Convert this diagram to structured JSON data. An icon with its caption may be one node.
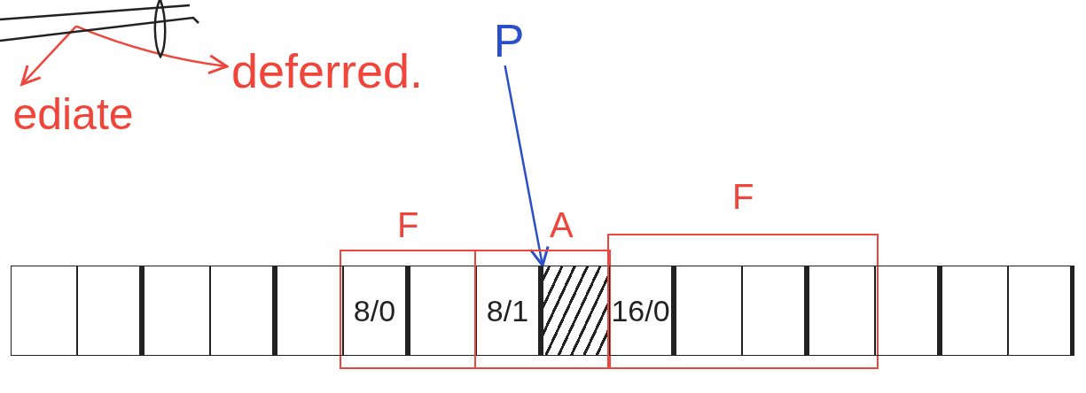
{
  "diagram": {
    "nodes": [
      {
        "text": [],
        "shape": "picture"
      },
      {
        "text": [
          "ediate"
        ]
      },
      {
        "text": [
          "deferred."
        ]
      },
      {
        "text": [
          "P"
        ]
      },
      {
        "text": [
          "F"
        ]
      },
      {
        "text": [
          "A"
        ]
      },
      {
        "text": [
          "F"
        ]
      },
      {
        "text": [],
        "shape": "box"
      },
      {
        "text": [],
        "shape": "box"
      },
      {
        "text": [],
        "shape": "box"
      },
      {
        "text": [],
        "shape": "box"
      },
      {
        "text": [],
        "shape": "box"
      },
      {
        "text": [
          "8/0"
        ],
        "in": 4
      },
      {
        "text": [],
        "shape": "box",
        "in": 4
      },
      {
        "text": [
          "8/1"
        ],
        "in": 5
      },
      {
        "text": [],
        "shape": "box",
        "in": 5
      },
      {
        "text": [
          "16/0"
        ],
        "in": 6
      },
      {
        "text": [],
        "shape": "box",
        "in": 6
      },
      {
        "text": [],
        "shape": "box",
        "in": 6
      },
      {
        "text": [],
        "shape": "box",
        "in": 6
      },
      {
        "text": [],
        "shape": "box"
      },
      {
        "text": [],
        "shape": "box"
      },
      {
        "text": [],
        "shape": "box"
      }
    ],
    "edges": [
      {
        "from": 0,
        "to": 1,
        "arrow": "to"
      },
      {
        "from": 0,
        "to": 2,
        "arrow": "to"
      },
      {
        "from": 3,
        "to": 15,
        "arrow": "to",
        "color": "#2a4fc8"
      }
    ]
  }
}
